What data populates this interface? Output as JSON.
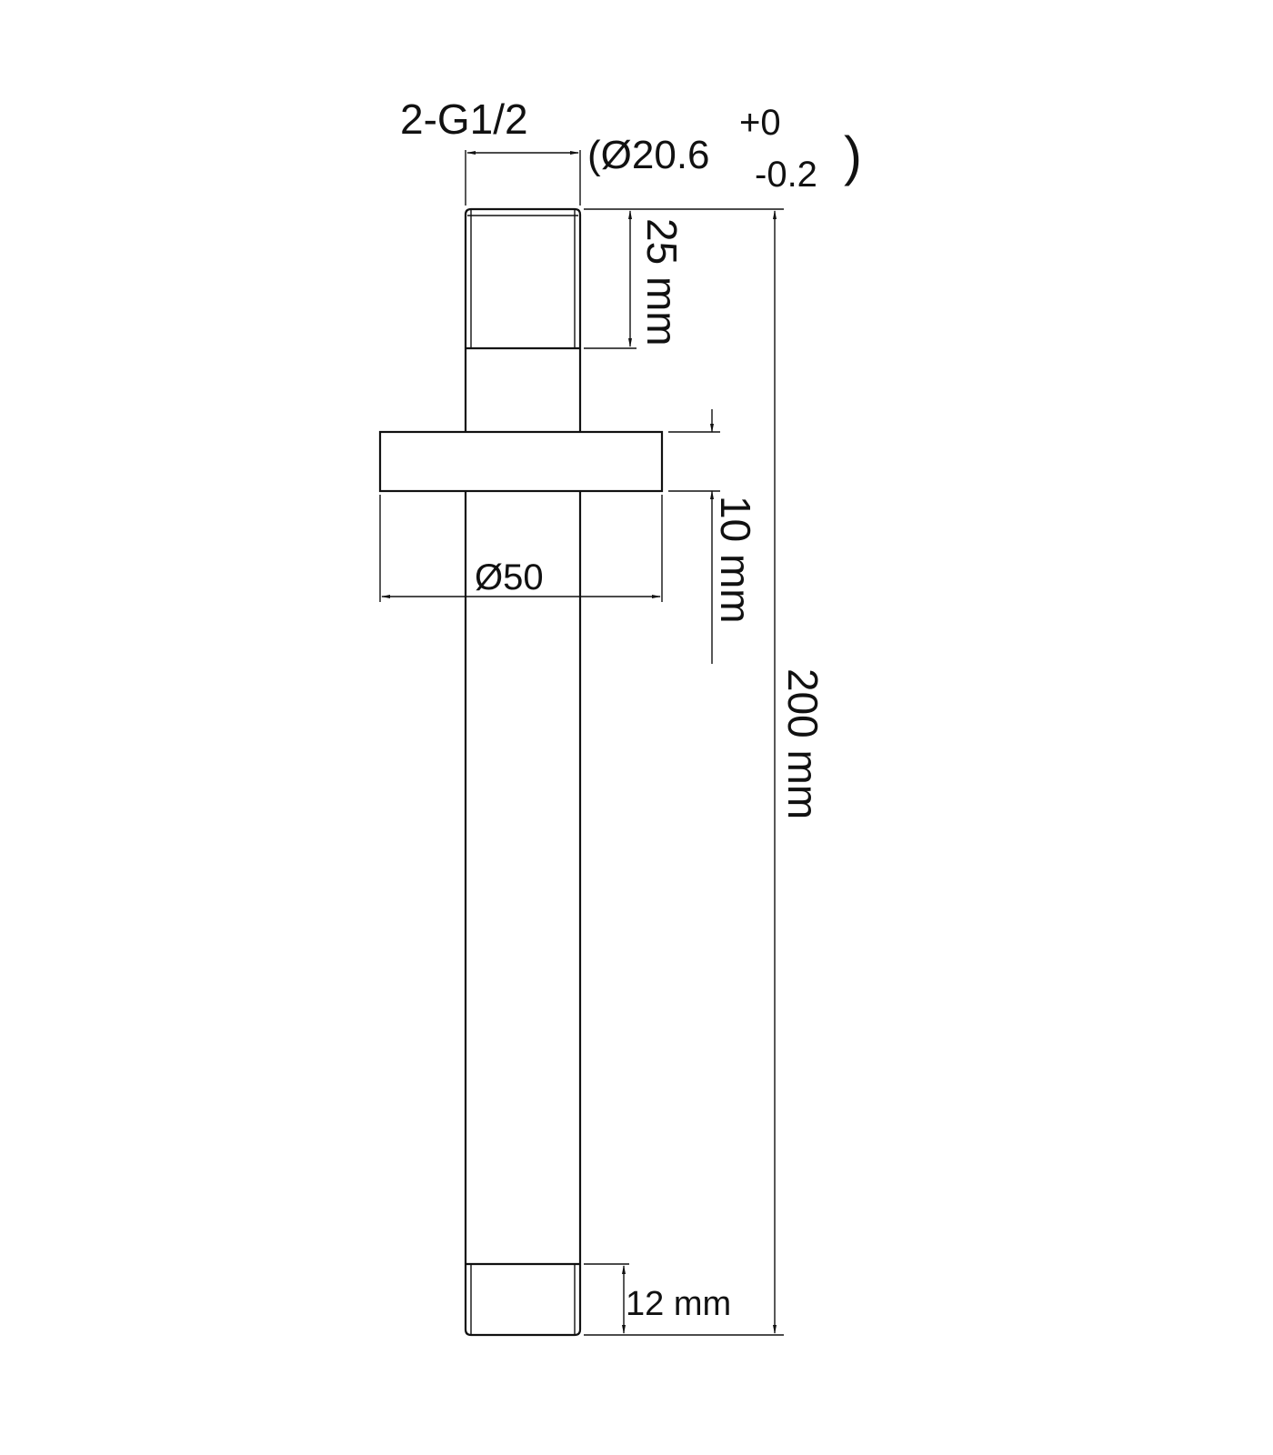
{
  "thread_label": "2-G1/2",
  "thread_diameter": "(Ø20.6",
  "tolerance_upper": "+0",
  "tolerance_lower": "-0.2",
  "tolerance_close": ")",
  "dim_top_thread": "25 mm",
  "dim_flange_thickness": "10 mm",
  "dim_total_length": "200 mm",
  "dim_flange_diameter": "Ø50",
  "dim_bottom_thread": "12 mm",
  "colors": {
    "line": "#111111",
    "background": "#ffffff"
  }
}
